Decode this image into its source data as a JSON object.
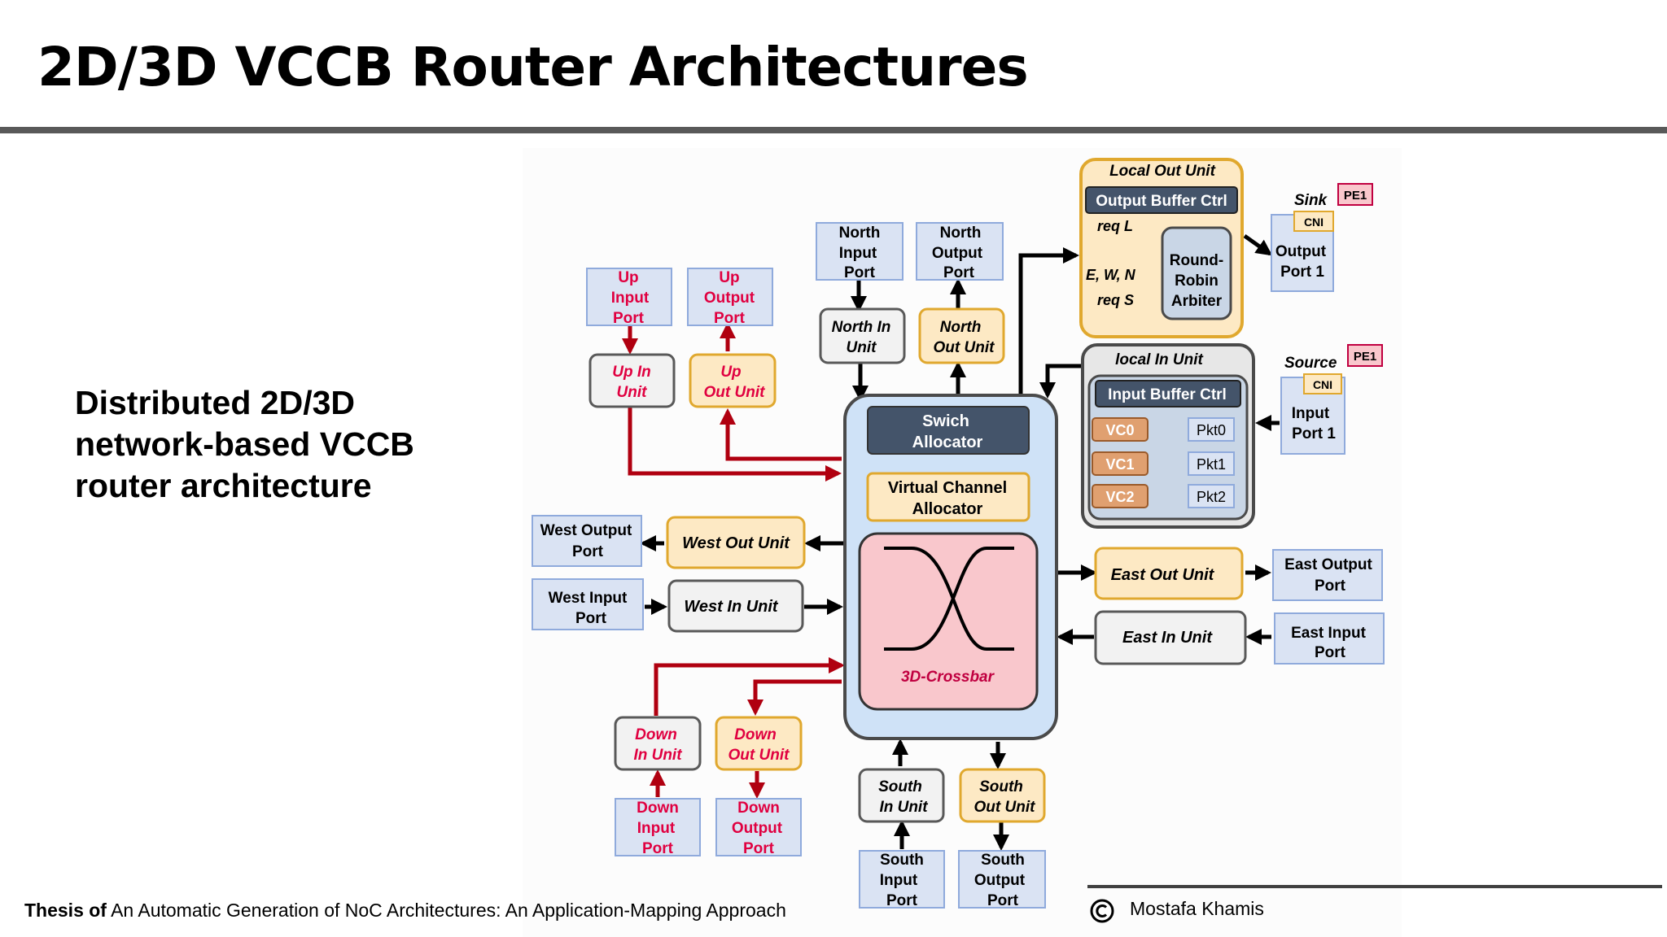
{
  "slide": {
    "title": "2D/3D VCCB Router Architectures",
    "subtitle": "Distributed 2D/3D network-based VCCB router architecture",
    "footer_thesis_prefix": "Thesis of",
    "footer_thesis_title": "An Automatic Generation of NoC Architectures: An Application-Mapping Approach",
    "footer_author": "Mostafa Khamis"
  },
  "diagram": {
    "ports": {
      "north_input": [
        "North",
        "Input",
        "Port"
      ],
      "north_output": [
        "North",
        "Output",
        "Port"
      ],
      "up_input": [
        "Up",
        "Input",
        "Port"
      ],
      "up_output": [
        "Up",
        "Output",
        "Port"
      ],
      "west_output": [
        "West Output",
        "Port"
      ],
      "west_input": [
        "West Input",
        "Port"
      ],
      "east_output": [
        "East Output",
        "Port"
      ],
      "east_input": [
        "East Input",
        "Port"
      ],
      "down_input": [
        "Down",
        "Input",
        "Port"
      ],
      "down_output": [
        "Down",
        "Output",
        "Port"
      ],
      "south_input": [
        "South",
        "Input",
        "Port"
      ],
      "south_output": [
        "South",
        "Output",
        "Port"
      ],
      "output_port_1": [
        "Output",
        "Port 1"
      ],
      "input_port_1": [
        "Input",
        "Port 1"
      ]
    },
    "units": {
      "north_in": [
        "North In",
        "Unit"
      ],
      "north_out": [
        "North",
        "Out Unit"
      ],
      "up_in": [
        "Up In",
        "Unit"
      ],
      "up_out": [
        "Up",
        "Out Unit"
      ],
      "west_out": "West Out Unit",
      "west_in": "West In Unit",
      "east_out": "East Out Unit",
      "east_in": "East In Unit",
      "down_in": [
        "Down",
        "In Unit"
      ],
      "down_out": [
        "Down",
        "Out Unit"
      ],
      "south_in": [
        "South",
        "In Unit"
      ],
      "south_out": [
        "South",
        "Out Unit"
      ]
    },
    "core": {
      "switch_allocator": [
        "Swich",
        "Allocator"
      ],
      "vc_allocator": [
        "Virtual Channel",
        "Allocator"
      ],
      "crossbar": "3D-Crossbar"
    },
    "local_out": {
      "title": "Local Out Unit",
      "buffer_ctrl": "Output Buffer Ctrl",
      "req_l": "req L",
      "req_ewn": "E, W, N",
      "req_s": "req S",
      "arbiter": [
        "Round-",
        "Robin",
        "Arbiter"
      ]
    },
    "local_in": {
      "title": "local In Unit",
      "buffer_ctrl": "Input Buffer Ctrl",
      "vcs": [
        "VC0",
        "VC1",
        "VC2"
      ],
      "pkts": [
        "Pkt0",
        "Pkt1",
        "Pkt2"
      ]
    },
    "sink": "Sink",
    "source": "Source",
    "pe_sink": "PE1",
    "pe_source": "PE1",
    "cni_sink": "CNI",
    "cni_source": "CNI"
  },
  "colors": {
    "port_fill": "#dae3f3",
    "port_stroke": "#8faadc",
    "in_unit_fill": "#f2f2f2",
    "in_unit_stroke": "#595959",
    "out_unit_fill": "#fde9c4",
    "out_unit_stroke": "#e0a82e",
    "core_fill": "#cfe2f7",
    "core_stroke": "#4a4a4a",
    "crossbar_fill": "#f9c7cc",
    "crossbar_label": "#c00040",
    "vertical_label": "#e00040",
    "vertical_arrow": "#b00010",
    "dark_box": "#44546a",
    "vc_fill": "#e0a070"
  }
}
